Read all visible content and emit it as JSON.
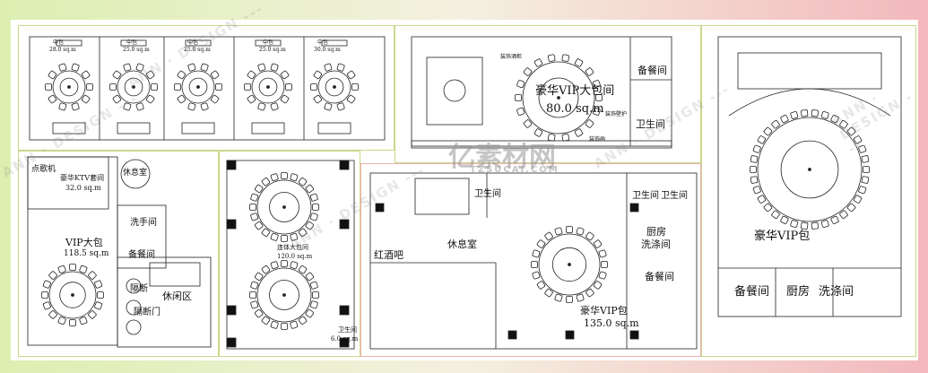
{
  "panels": {
    "private_rooms": {
      "rooms": [
        {
          "name": "中包",
          "area": "28.0 sq.m"
        },
        {
          "name": "中包",
          "area": "25.0 sq.m"
        },
        {
          "name": "中包",
          "area": "25.0 sq.m"
        },
        {
          "name": "中包",
          "area": "25.0 sq.m"
        },
        {
          "name": "中包",
          "area": "30.0 sq.m"
        }
      ]
    },
    "vip_80": {
      "title": "豪华VIP大包间",
      "area": "80.0 sq.m",
      "labels": {
        "wine_cabinet": "装饰酒柜",
        "pantry": "备餐间",
        "wall_guard": "装饰壁护",
        "toilet": "卫生间",
        "decor_wall": "装饰画"
      }
    },
    "ktv": {
      "song_machine": "点歌机",
      "ktv_title": "豪华KTV套间",
      "ktv_area": "32.0 sq.m",
      "rest_room": "休息室",
      "washroom": "洗手间",
      "vip_title": "VIP大包",
      "vip_area": "118.5 sq.m",
      "pantry": "备餐间",
      "partition": "隔断",
      "partition_door": "隔断门",
      "lounge": "休闲区"
    },
    "joined": {
      "title": "连体大包间",
      "area": "120.0 sq.m",
      "toilet": "卫生间",
      "toilet_area": "6.0 sq.m"
    },
    "vip_135": {
      "toilet1": "卫生间",
      "toilet2": "卫生间",
      "toilet3": "卫生间",
      "wine_bar": "红酒吧",
      "lounge": "休息室",
      "kitchen": "厨房",
      "washing": "洗涤间",
      "pantry": "备餐间",
      "title": "豪华VIP包",
      "area": "135.0 sq.m"
    },
    "vip_right": {
      "title": "豪华VIP包",
      "pantry": "备餐间",
      "kitchen": "厨房",
      "washing": "洗涤间"
    }
  },
  "watermark": {
    "logo": "亿素材网",
    "url": "TZSUCAI.COM",
    "diagonal": "ANN · DESIGN ---"
  }
}
